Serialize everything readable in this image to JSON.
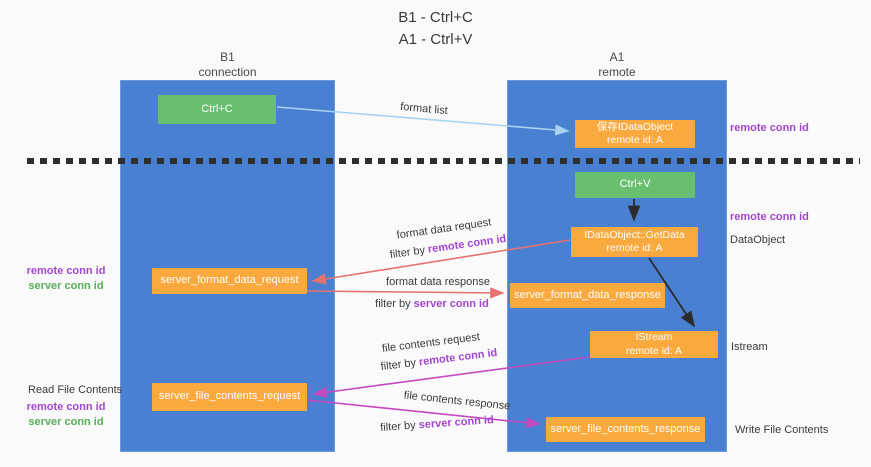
{
  "title": {
    "line1": "B1 - Ctrl+C",
    "line2": "A1 - Ctrl+V"
  },
  "lanes": {
    "left": {
      "header_line1": "B1",
      "header_line2": "connection"
    },
    "right": {
      "header_line1": "A1",
      "header_line2": "remote"
    }
  },
  "boxes": {
    "ctrl_c": "Ctrl+C",
    "ctrl_v": "Ctrl+V",
    "keep_idataobject": {
      "line1": "保存IDataObject",
      "line2": "remote id: A"
    },
    "getdata": {
      "line1": "IDataObject::GetData",
      "line2": "remote id: A"
    },
    "istream": {
      "line1": "IStream",
      "line2": "remote id: A"
    },
    "format_request": "server_format_data_request",
    "format_response": "server_format_data_response",
    "file_request": "server_file_contents_request",
    "file_response": "server_file_contents_response"
  },
  "edge_labels": {
    "format_list": "format list",
    "format_data_request": "format data request",
    "format_data_response": "format data response",
    "file_contents_request": "file contents request",
    "file_contents_response": "file contents response",
    "filter_by": "filter by",
    "remote_conn_id": "remote conn id",
    "server_conn_id": "server conn id"
  },
  "side_labels": {
    "remote_conn_id": "remote conn id",
    "server_conn_id": "server conn id",
    "dataobject": "DataObject",
    "istream": "Istream",
    "read_file_contents": "Read File Contents",
    "write_file_contents": "Write File Contents"
  },
  "colors": {
    "lane_blue": "#4a80d2",
    "box_green": "#68bf6f",
    "box_orange": "#f9a93d",
    "arrow_red": "#e5726f",
    "arrow_magenta": "#c44ac0",
    "arrow_light_blue": "#a7d3f2",
    "arrow_black": "#2b2b2b",
    "text_purple": "#a346cf",
    "text_green": "#57ae5b",
    "divider_dark": "#2e2e2e"
  }
}
